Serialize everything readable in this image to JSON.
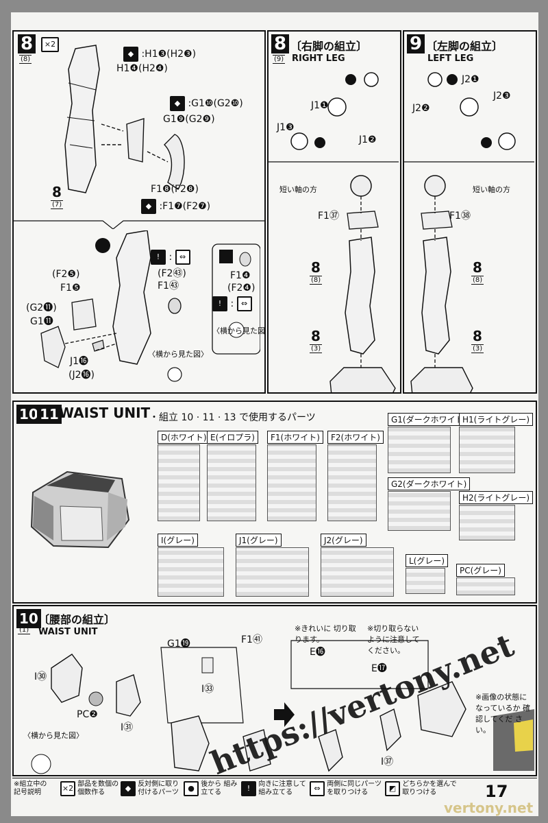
{
  "step8a": {
    "num": "8",
    "mult": "×2",
    "sub": "(8)",
    "l1": "H1❸(H2❸)",
    "l2": "H1❹(H2❹)",
    "l3": "G1❿(G2❿)",
    "l4": "G1❾(G2❾)",
    "l5": "F1❽(F2❽)",
    "l6": "F1❼(F2❼)",
    "bottom_num": "8",
    "bottom_sub": "(7)"
  },
  "step8b": {
    "l1": "(F2❺)",
    "l2": "F1❺",
    "l3": "(G2⓫)",
    "l4": "G1⓫",
    "l5": "J1⓰",
    "l6": "(J2⓰)",
    "l7": "(F2㊸)",
    "l8": "F1㊸",
    "l9": "F1❹",
    "l10": "(F2❹)",
    "side_view": "〈横から見た図〉",
    "side_view2": "〈横から見た図〉"
  },
  "right_leg": {
    "num": "8",
    "sub": "(9)",
    "title_j": "〔右脚の組立〕",
    "title_e": "RIGHT LEG",
    "j13": "J1❸",
    "j11": "J1❶",
    "j12": "J1❷",
    "short": "短い軸の方",
    "f137": "F1㊲",
    "p8": "8",
    "p8sub": "(8)",
    "p8b": "8",
    "p8bsub": "(3)"
  },
  "left_leg": {
    "num": "9",
    "title_j": "〔左脚の組立〕",
    "title_e": "LEFT LEG",
    "j21": "J2❶",
    "j23": "J2❸",
    "j22": "J2❷",
    "short": "短い軸の方",
    "f138": "F1㊳",
    "p8": "8",
    "p8sub": "(8)",
    "p8b": "8",
    "p8bsub": "(3)"
  },
  "waist_header": {
    "n1": "10",
    "n2": "11",
    "title": "WAIST UNIT",
    "parts_note": "・組立 10 · 11 · 13 で使用するパーツ"
  },
  "runners": [
    {
      "label": "D(ホワイト)"
    },
    {
      "label": "E(イロプラ)"
    },
    {
      "label": "F1(ホワイト)"
    },
    {
      "label": "F2(ホワイト)"
    },
    {
      "label": "G1(ダークホワイト)"
    },
    {
      "label": "H1(ライトグレー)"
    },
    {
      "label": "G2(ダークホワイト)"
    },
    {
      "label": "H2(ライトグレー)"
    },
    {
      "label": "I(グレー)"
    },
    {
      "label": "J1(グレー)"
    },
    {
      "label": "J2(グレー)"
    },
    {
      "label": "L(グレー)"
    },
    {
      "label": "PC(グレー)"
    }
  ],
  "step10": {
    "num": "10",
    "sub": "(1)",
    "title_j": "〔腰部の組立〕",
    "title_e": "WAIST UNIT",
    "i30": "I㉚",
    "pc2": "PC❷",
    "i31": "I㉛",
    "side_view": "〈横から見た図〉",
    "g119": "G1⓳",
    "f141": "F1㊶",
    "i33": "I㉝",
    "note1": "※きれいに 切り取ります。",
    "e16": "E⓰",
    "note2": "※切り取らない ように注意して ください。",
    "e17": "E⓱",
    "i37": "I㊲",
    "note3": "※画像の状態に なっているか 確認してくだ さい。"
  },
  "legend": {
    "title": "※組立中の 記号説明",
    "items": [
      {
        "icon": "×2",
        "text": "部品を数個の 個数作る"
      },
      {
        "icon": "◆",
        "text": "反対側に取り 付けるパーツ"
      },
      {
        "icon": "●",
        "text": "後から 組み立てる"
      },
      {
        "icon": "!",
        "text": "向きに注意して 組み立てる"
      },
      {
        "icon": "⇔",
        "text": "両側に同じパーツ を取りつける"
      },
      {
        "icon": "◩",
        "text": "どちらかを選んで 取りつける"
      }
    ],
    "page_num": "17"
  },
  "watermark": {
    "main": "https://vertony.net",
    "corner": "vertony.net"
  }
}
